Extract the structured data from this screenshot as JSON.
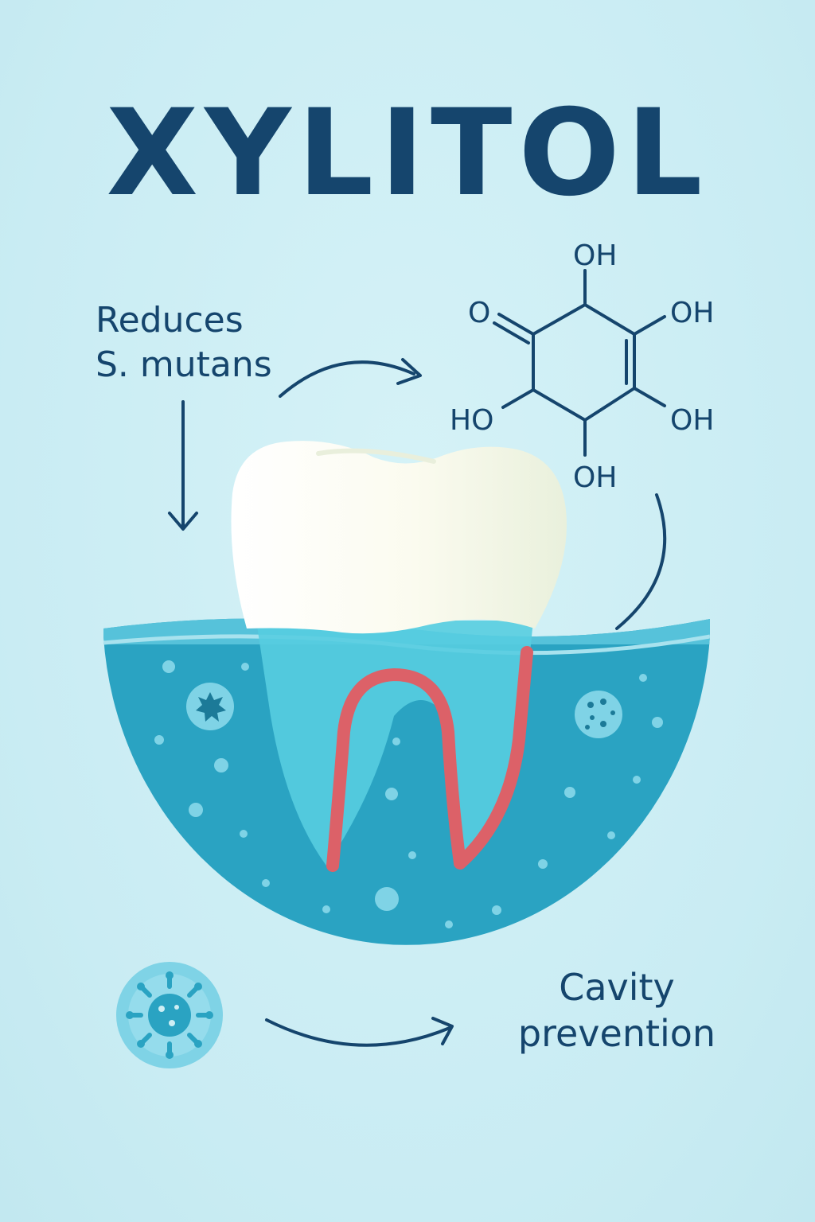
{
  "title": "XYLITOL",
  "labels": {
    "effect_line1": "Reduces",
    "effect_line2": "S. mutans",
    "outcome_line1": "Cavity",
    "outcome_line2": "prevention"
  },
  "molecule": {
    "top": "OH",
    "carbonyl": "O",
    "upper_right": "OH",
    "lower_left": "HO",
    "lower_right": "OH",
    "bottom": "OH"
  },
  "colors": {
    "background": "#cdeef4",
    "ink": "#15456d",
    "saliva": "#2aa3c2",
    "saliva_light": "#55c6dd",
    "tooth": "#fbfbef",
    "pulp": "#dc6168",
    "bacteria": "#7fd3e6"
  },
  "icons": [
    "bacteria-icon",
    "bacteria-icon",
    "virus-icon",
    "tooth-icon",
    "arrow-icon"
  ]
}
